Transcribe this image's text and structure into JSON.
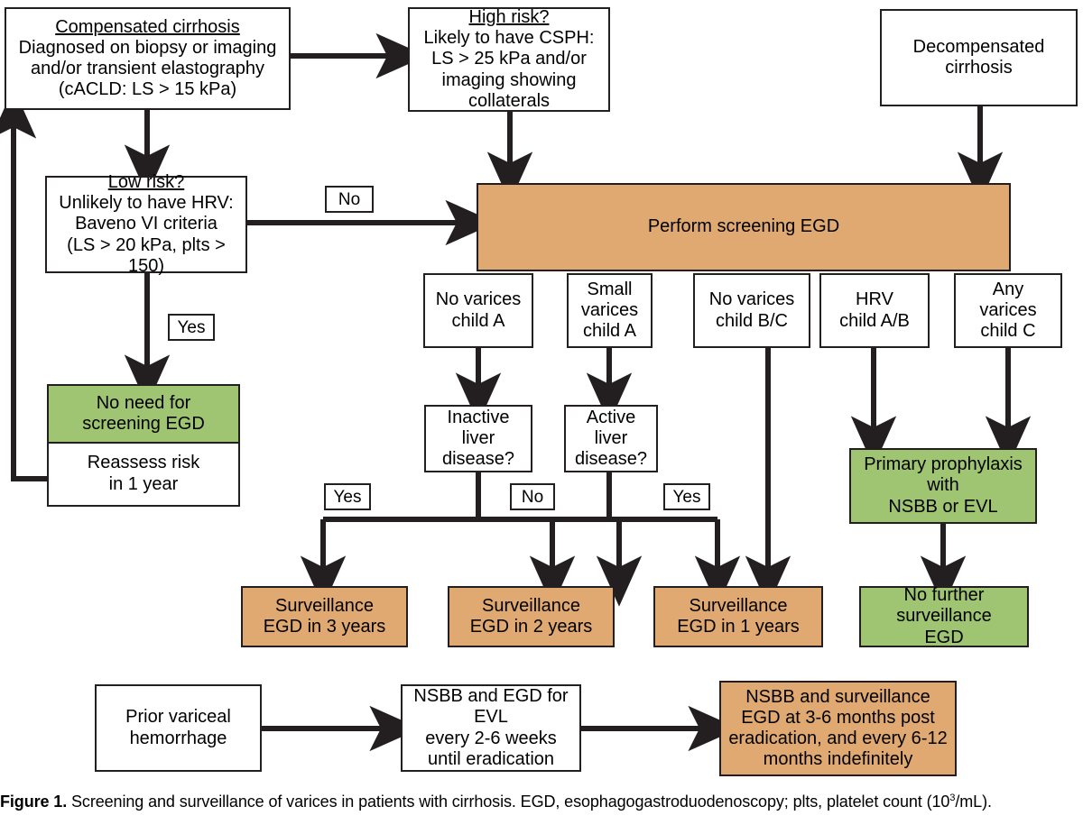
{
  "figure": {
    "label": "Figure 1.",
    "caption_part1": " Screening and surveillance of varices in patients with cirrhosis. EGD, esophagogastroduodenoscopy; plts, platelet count (10",
    "caption_sup": "3",
    "caption_part2": "/mL)."
  },
  "colors": {
    "green": "#9fc472",
    "tan": "#e0a972",
    "white": "#ffffff",
    "stroke": "#231f20"
  },
  "nodes": {
    "compensated": {
      "title": "Compensated cirrhosis",
      "line2": "Diagnosed on biopsy or imaging",
      "line3": "and/or transient elastography",
      "line4": "(cACLD: LS > 15 kPa)"
    },
    "high_risk": {
      "title": "High risk?",
      "line2": "Likely to have CSPH:",
      "line3": "LS > 25 kPa and/or",
      "line4": "imaging showing",
      "line5": "collaterals"
    },
    "decompensated": {
      "line1": "Decompensated",
      "line2": "cirrhosis"
    },
    "low_risk": {
      "title": "Low risk?",
      "line2": "Unlikely to have HRV:",
      "line3": "Baveno VI criteria",
      "line4": "(LS > 20 kPa, plts > 150)"
    },
    "no_need": {
      "line1": "No need for",
      "line2": "screening EGD",
      "line3": "Reassess risk",
      "line4": "in 1 year"
    },
    "perform_egd": {
      "text": "Perform screening EGD"
    },
    "col1": {
      "line1": "No varices",
      "line2": "child A"
    },
    "col2": {
      "line1": "Small",
      "line2": "varices",
      "line3": "child A"
    },
    "col3": {
      "line1": "No varices",
      "line2": "child B/C"
    },
    "col4": {
      "line1": "HRV",
      "line2": "child A/B"
    },
    "col5": {
      "line1": "Any",
      "line2": "varices",
      "line3": "child C"
    },
    "inactive": {
      "line1": "Inactive",
      "line2": "liver",
      "line3": "disease?"
    },
    "active": {
      "line1": "Active",
      "line2": "liver",
      "line3": "disease?"
    },
    "surv3": {
      "line1": "Surveillance",
      "line2": "EGD in 3 years"
    },
    "surv2": {
      "line1": "Surveillance",
      "line2": "EGD in 2 years"
    },
    "surv1": {
      "line1": "Surveillance",
      "line2": "EGD in 1 years"
    },
    "primary_prophylaxis": {
      "line1": "Primary prophylaxis",
      "line2": "with",
      "line3": "NSBB or EVL"
    },
    "no_further": {
      "line1": "No further",
      "line2": "surveillance",
      "line3": "EGD"
    },
    "prior_variceal": {
      "line1": "Prior variceal",
      "line2": "hemorrhage"
    },
    "nsbb_egd": {
      "line1": "NSBB and EGD for EVL",
      "line2": "every 2-6 weeks",
      "line3": "until eradication"
    },
    "nsbb_surv": {
      "line1": "NSBB and surveillance",
      "line2": "EGD at 3-6 months post",
      "line3": "eradication, and every 6-12",
      "line4": "months indefinitely"
    }
  },
  "edge_labels": {
    "no_low_risk": "No",
    "yes_low_risk": "Yes",
    "yes_inactive": "Yes",
    "no_inactive": "No",
    "yes_active": "Yes"
  }
}
